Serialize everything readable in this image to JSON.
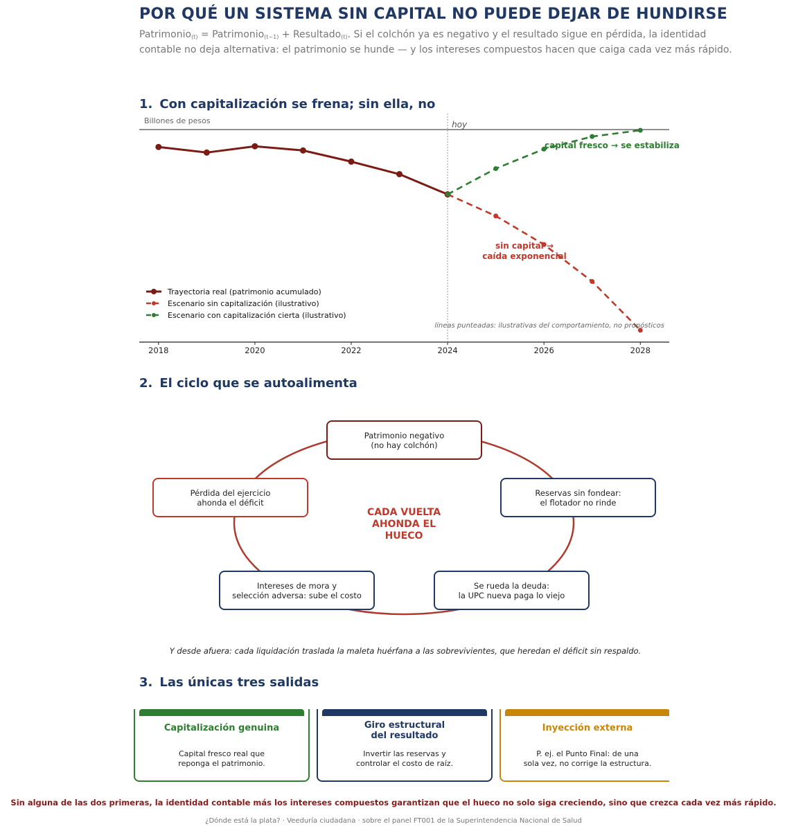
{
  "header": {
    "title": "POR QUÉ UN SISTEMA SIN CAPITAL NO PUEDE DEJAR DE HUNDIRSE",
    "formula_a": "Patrimonio",
    "sub_t": "(t)",
    "formula_b": " = Patrimonio",
    "sub_t1": "(t−1)",
    "formula_c": " + Resultado",
    "sub_t2": "(t)",
    "formula_rest": ".  Si el colchón ya es negativo y el resultado sigue en pérdida, la identidad contable no deja alternativa: el patrimonio se hunde — y los intereses compuestos hacen que caiga cada vez más rápido."
  },
  "section1": {
    "number": "1.",
    "title": "Con capitalización se frena; sin ella, no"
  },
  "section2": {
    "number": "2.",
    "title": "El ciclo que se autoalimenta"
  },
  "section3": {
    "number": "3.",
    "title": "Las únicas tres salidas"
  },
  "chart_data": {
    "type": "line",
    "ylabel": "Billones de pesos",
    "x_ticks": [
      2018,
      2020,
      2022,
      2024,
      2026,
      2028
    ],
    "xlim": [
      2017.6,
      2028.6
    ],
    "ylim": [
      -30.5,
      1.5
    ],
    "zero_line": true,
    "grid": false,
    "legend_position": "lower-left",
    "series": [
      {
        "name": "Trayectoria real (patrimonio acumulado)",
        "style": "solid",
        "color": "#7b1c14",
        "x": [
          2018,
          2019,
          2020,
          2021,
          2022,
          2023,
          2024
        ],
        "y": [
          -2.5,
          -3.3,
          -2.4,
          -3.0,
          -4.6,
          -6.4,
          -9.3
        ]
      },
      {
        "name": "Escenario sin capitalización (ilustrativo)",
        "style": "dashed",
        "color": "#c0392b",
        "x": [
          2024,
          2025,
          2026,
          2027,
          2028
        ],
        "y": [
          -9.3,
          -12.4,
          -16.5,
          -21.8,
          -28.8
        ]
      },
      {
        "name": "Escenario con capitalización cierta (ilustrativo)",
        "style": "dashed",
        "color": "#2e7d32",
        "x": [
          2024,
          2025,
          2026,
          2027,
          2028
        ],
        "y": [
          -9.3,
          -5.6,
          -2.8,
          -1.0,
          -0.1
        ]
      }
    ],
    "annotations": {
      "today": "hoy",
      "green_label": "capital fresco → se estabiliza",
      "red_label_1": "sin capital →",
      "red_label_2": "caída exponencial",
      "note": "líneas punteadas: ilustrativas del comportamiento, no pronósticos"
    }
  },
  "cycle": {
    "center": "CADA VUELTA\nAHONDA EL\nHUECO",
    "nodes": [
      {
        "text": "Patrimonio negativo\n(no hay colchón)",
        "color": "#7b1c14"
      },
      {
        "text": "Reservas sin fondear:\nel flotador no rinde",
        "color": "#1f3864"
      },
      {
        "text": "Se rueda la deuda:\nla UPC nueva paga lo viejo",
        "color": "#1f3864"
      },
      {
        "text": "Intereses de mora y\nselección adversa: sube el costo",
        "color": "#1f3864"
      },
      {
        "text": "Pérdida del ejercicio\nahonda el déficit",
        "color": "#c0392b"
      }
    ],
    "note": "Y desde afuera: cada liquidación traslada la maleta huérfana a las sobrevivientes, que heredan el déficit sin respaldo.",
    "ring_color": "#b03a2e"
  },
  "exits": [
    {
      "title": "Capitalización genuina",
      "body": "Capital fresco real que\nreponga el patrimonio.",
      "color": "#2e7d32"
    },
    {
      "title": "Giro estructural\ndel resultado",
      "body": "Invertir las reservas y\ncontrolar el costo de raíz.",
      "color": "#1f3864"
    },
    {
      "title": "Inyección externa",
      "body": "P. ej. el Punto Final: de una\nsola vez, no corrige la estructura.",
      "color": "#c9860a"
    }
  ],
  "bottom_line": "Sin alguna de las dos primeras, la identidad contable más los intereses compuestos garantizan que el hueco no solo siga creciendo, sino que crezca cada vez más rápido.",
  "footer": "¿Dónde está la plata?  ·  Veeduría ciudadana  ·  sobre el panel FT001 de la Superintendencia Nacional de Salud"
}
